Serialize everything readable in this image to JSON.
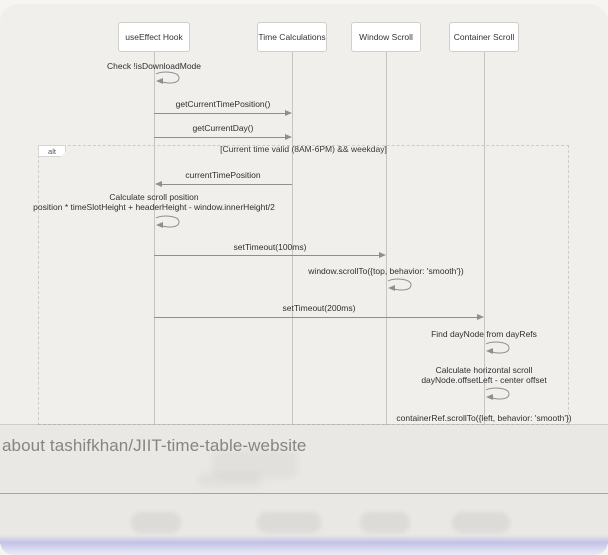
{
  "diagram": {
    "actors": [
      {
        "label": "useEffect Hook"
      },
      {
        "label": "Time Calculations"
      },
      {
        "label": "Window Scroll"
      },
      {
        "label": "Container Scroll"
      }
    ],
    "alt": {
      "label": "alt",
      "condition": "[Current time valid (8AM-6PM) && weekday]"
    },
    "messages": [
      {
        "text": "Check !isDownloadMode",
        "type": "self",
        "from": "useEffect Hook",
        "to": "useEffect Hook"
      },
      {
        "text": "getCurrentTimePosition()",
        "type": "arrow",
        "from": "useEffect Hook",
        "to": "Time Calculations"
      },
      {
        "text": "getCurrentDay()",
        "type": "arrow",
        "from": "useEffect Hook",
        "to": "Time Calculations"
      },
      {
        "text": "currentTimePosition",
        "type": "arrow",
        "from": "Time Calculations",
        "to": "useEffect Hook"
      },
      {
        "text": "Calculate scroll position\nposition * timeSlotHeight + headerHeight - window.innerHeight/2",
        "type": "self",
        "from": "useEffect Hook",
        "to": "useEffect Hook"
      },
      {
        "text": "setTimeout(100ms)",
        "type": "arrow",
        "from": "useEffect Hook",
        "to": "Window Scroll"
      },
      {
        "text": "window.scrollTo({top, behavior: 'smooth'})",
        "type": "self",
        "from": "Window Scroll",
        "to": "Window Scroll"
      },
      {
        "text": "setTimeout(200ms)",
        "type": "arrow",
        "from": "useEffect Hook",
        "to": "Container Scroll"
      },
      {
        "text": "Find dayNode from dayRefs",
        "type": "self",
        "from": "Container Scroll",
        "to": "Container Scroll"
      },
      {
        "text": "Calculate horizontal scroll\ndayNode.offsetLeft - center offset",
        "type": "self",
        "from": "Container Scroll",
        "to": "Container Scroll"
      },
      {
        "text": "containerRef.scrollTo({left, behavior: 'smooth'})",
        "type": "self",
        "from": "Container Scroll",
        "to": "Container Scroll"
      }
    ]
  },
  "overlay": {
    "query_text": "about tashifkhan/JIIT-time-table-website"
  },
  "colors": {
    "diagram_bg": "#f0efec",
    "overlay_bg": "#e9e8e5",
    "line": "#8f8f8f",
    "accent_glow": "#c2c2e7"
  }
}
